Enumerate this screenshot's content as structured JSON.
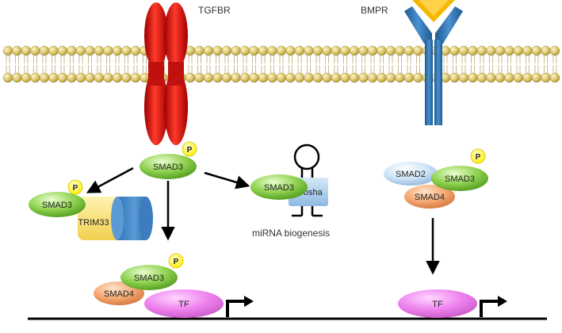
{
  "receptors": {
    "tgfbr": "TGFBR",
    "bmpr": "BMPR"
  },
  "proteins": {
    "smad3_center": "SMAD3",
    "smad3_left": "SMAD3",
    "trim33": "TRIM33",
    "smad3_drosha": "SMAD3",
    "drosha": "Drosha",
    "mirna_caption": "miRNA biogenesis",
    "smad3_bottom": "SMAD3",
    "smad4_bottom": "SMAD4",
    "tf_left": "TF",
    "smad2_right": "SMAD2",
    "smad3_right": "SMAD3",
    "smad4_right": "SMAD4",
    "tf_right": "TF"
  },
  "phospho": "P",
  "colors": {
    "membrane_head": "#d9c46a",
    "tgfbr": "#cc1111",
    "bmpr": "#2f74b5",
    "ligand": "#f5b800",
    "smad3": "#8fd14f",
    "smad4": "#f4a872",
    "smad2": "#bcd9f2",
    "tf": "#ee82ee",
    "trim33": "#f7dc6f",
    "drosha": "#9dc3e6",
    "phospho": "#ffff00"
  }
}
